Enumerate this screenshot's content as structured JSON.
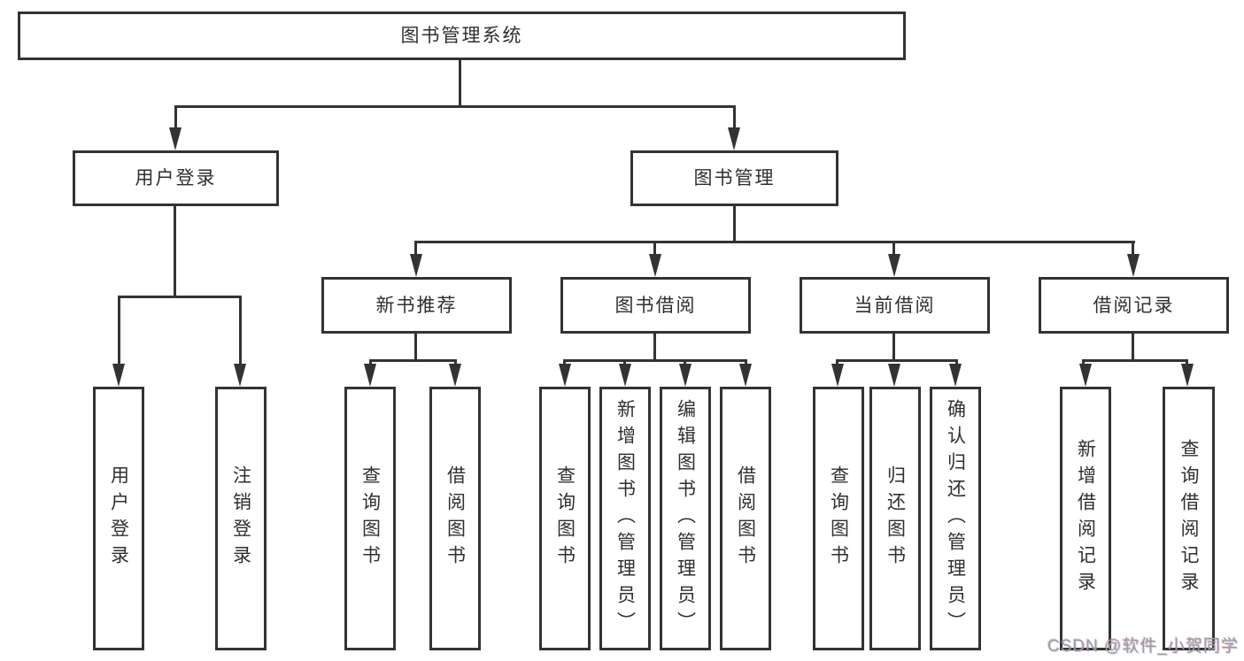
{
  "nodes": {
    "root": "图书管理系统",
    "level2": [
      "用户登录",
      "图书管理"
    ],
    "level3": [
      "新书推荐",
      "图书借阅",
      "当前借阅",
      "借阅记录"
    ],
    "leaves_user_login": [
      "用户登录",
      "注销登录"
    ],
    "leaves_new_books": [
      "查询图书",
      "借阅图书"
    ],
    "leaves_book_borrow": [
      "查询图书",
      "新增图书（管理员）",
      "编辑图书（管理员）",
      "借阅图书"
    ],
    "leaves_current_borrow": [
      "查询图书",
      "归还图书",
      "确认归还（管理员）"
    ],
    "leaves_borrow_records": [
      "新增借阅记录",
      "查询借阅记录"
    ]
  },
  "watermark": "CSDN @软件_小贺同学",
  "colors": {
    "line": "#333333",
    "box_border": "#333333",
    "text": "#2f2f2f",
    "watermark": "#9c9c9c",
    "background": "#ffffff"
  }
}
